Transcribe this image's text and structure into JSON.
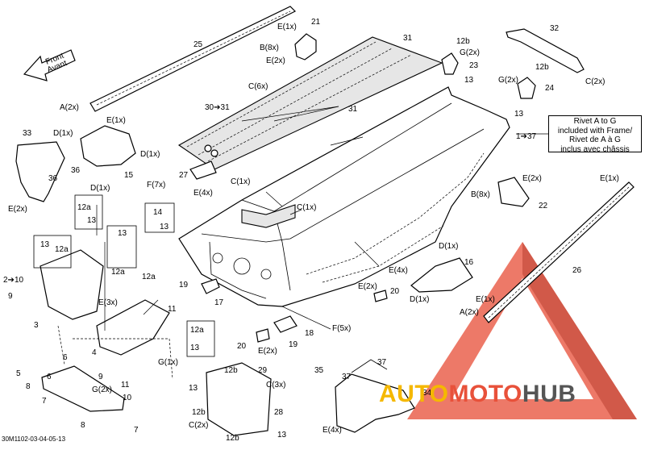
{
  "front_arrow": {
    "line1": "Front",
    "line2": "Avant"
  },
  "rivet_note": [
    "Rivet A to G",
    "included with Frame/",
    "Rivet de A à G",
    "inclus avec châssis"
  ],
  "catalog_code": "30M1102-03-04-05-13",
  "watermark": {
    "part1": "AUTO",
    "part2": "MOTO",
    "part3": "HUB"
  },
  "watermark_colors": {
    "auto": "#f5b800",
    "moto": "#e8513a",
    "hub": "#555555"
  },
  "callouts": [
    {
      "id": "c25",
      "text": "25"
    },
    {
      "id": "c_e1x_top",
      "text": "E(1x)"
    },
    {
      "id": "c21",
      "text": "21"
    },
    {
      "id": "c_b8x_top",
      "text": "B(8x)"
    },
    {
      "id": "c_e2x_21",
      "text": "E(2x)"
    },
    {
      "id": "c31_top",
      "text": "31"
    },
    {
      "id": "c12b_top",
      "text": "12b"
    },
    {
      "id": "c_g2x_23",
      "text": "G(2x)"
    },
    {
      "id": "c23",
      "text": "23"
    },
    {
      "id": "c13_23",
      "text": "13"
    },
    {
      "id": "c32",
      "text": "32"
    },
    {
      "id": "c12b_24",
      "text": "12b"
    },
    {
      "id": "c_c2x_32",
      "text": "C(2x)"
    },
    {
      "id": "c_g2x_24",
      "text": "G(2x)"
    },
    {
      "id": "c24",
      "text": "24"
    },
    {
      "id": "c13_24",
      "text": "13"
    },
    {
      "id": "c_c6x",
      "text": "C(6x)"
    },
    {
      "id": "c30_31",
      "text": "30➔31"
    },
    {
      "id": "c31_mid",
      "text": "31"
    },
    {
      "id": "c_a2x_left",
      "text": "A(2x)"
    },
    {
      "id": "c_e1x_left",
      "text": "E(1x)"
    },
    {
      "id": "c33",
      "text": "33"
    },
    {
      "id": "c_d1x_33",
      "text": "D(1x)"
    },
    {
      "id": "c_d1x_15",
      "text": "D(1x)"
    },
    {
      "id": "c36",
      "text": "36"
    },
    {
      "id": "c15",
      "text": "15"
    },
    {
      "id": "c_d1x_15b",
      "text": "D(1x)"
    },
    {
      "id": "c36b",
      "text": "36"
    },
    {
      "id": "c_e2x_33",
      "text": "E(2x)"
    },
    {
      "id": "c27",
      "text": "27"
    },
    {
      "id": "c1_37",
      "text": "1➔37"
    },
    {
      "id": "c_f7x",
      "text": "F(7x)"
    },
    {
      "id": "c_e4x_top",
      "text": "E(4x)"
    },
    {
      "id": "c_c1x_a",
      "text": "C(1x)"
    },
    {
      "id": "c_c1x_b",
      "text": "C(1x)"
    },
    {
      "id": "c_e2x_22",
      "text": "E(2x)"
    },
    {
      "id": "c_e1x_right",
      "text": "E(1x)"
    },
    {
      "id": "c_b8x_22",
      "text": "B(8x)"
    },
    {
      "id": "c22",
      "text": "22"
    },
    {
      "id": "c12a_a",
      "text": "12a"
    },
    {
      "id": "c13_a",
      "text": "13"
    },
    {
      "id": "c14",
      "text": "14"
    },
    {
      "id": "c13_14",
      "text": "13"
    },
    {
      "id": "c13_b",
      "text": "13"
    },
    {
      "id": "c12a_b",
      "text": "12a"
    },
    {
      "id": "c13_c",
      "text": "13"
    },
    {
      "id": "c12a_c",
      "text": "12a"
    },
    {
      "id": "c12a_d",
      "text": "12a"
    },
    {
      "id": "c2_10",
      "text": "2➔10"
    },
    {
      "id": "c9_a",
      "text": "9"
    },
    {
      "id": "c3",
      "text": "3"
    },
    {
      "id": "c_e3x",
      "text": "E(3x)"
    },
    {
      "id": "c11_a",
      "text": "11"
    },
    {
      "id": "c19_a",
      "text": "19"
    },
    {
      "id": "c17",
      "text": "17"
    },
    {
      "id": "c_e4x_mid",
      "text": "E(4x)"
    },
    {
      "id": "c_d1x_16",
      "text": "D(1x)"
    },
    {
      "id": "c16",
      "text": "16"
    },
    {
      "id": "c26",
      "text": "26"
    },
    {
      "id": "c_e2x_20",
      "text": "E(2x)"
    },
    {
      "id": "c20_a",
      "text": "20"
    },
    {
      "id": "c_d1x_16b",
      "text": "D(1x)"
    },
    {
      "id": "c_e1x_26",
      "text": "E(1x)"
    },
    {
      "id": "c_a2x_right",
      "text": "A(2x)"
    },
    {
      "id": "c_f5x",
      "text": "F(5x)"
    },
    {
      "id": "c18",
      "text": "18"
    },
    {
      "id": "c20_b",
      "text": "20"
    },
    {
      "id": "c_e2x_18",
      "text": "E(2x)"
    },
    {
      "id": "c19_b",
      "text": "19"
    },
    {
      "id": "c6_a",
      "text": "6"
    },
    {
      "id": "c4",
      "text": "4"
    },
    {
      "id": "c12a_e",
      "text": "12a"
    },
    {
      "id": "c13_e",
      "text": "13"
    },
    {
      "id": "c_g1x",
      "text": "G(1x)"
    },
    {
      "id": "c9_b",
      "text": "9"
    },
    {
      "id": "c5",
      "text": "5"
    },
    {
      "id": "c8_a",
      "text": "8"
    },
    {
      "id": "c11_b",
      "text": "11"
    },
    {
      "id": "c6_b",
      "text": "6"
    },
    {
      "id": "c7_a",
      "text": "7"
    },
    {
      "id": "c_g2x_bot",
      "text": "G(2x)"
    },
    {
      "id": "c10",
      "text": "10"
    },
    {
      "id": "c8_b",
      "text": "8"
    },
    {
      "id": "c7_b",
      "text": "7"
    },
    {
      "id": "c29",
      "text": "29"
    },
    {
      "id": "c12b_29",
      "text": "12b"
    },
    {
      "id": "c_c3x",
      "text": "C(3x)"
    },
    {
      "id": "c13_28",
      "text": "13"
    },
    {
      "id": "c28",
      "text": "28"
    },
    {
      "id": "c12b_28",
      "text": "12b"
    },
    {
      "id": "c_c2x_28",
      "text": "C(2x)"
    },
    {
      "id": "c12b_bot",
      "text": "12b"
    },
    {
      "id": "c13_bot",
      "text": "13"
    },
    {
      "id": "c35",
      "text": "35"
    },
    {
      "id": "c37_a",
      "text": "37"
    },
    {
      "id": "c37_b",
      "text": "37"
    },
    {
      "id": "c34",
      "text": "34"
    },
    {
      "id": "c_e4x_bot",
      "text": "E(4x)"
    }
  ]
}
